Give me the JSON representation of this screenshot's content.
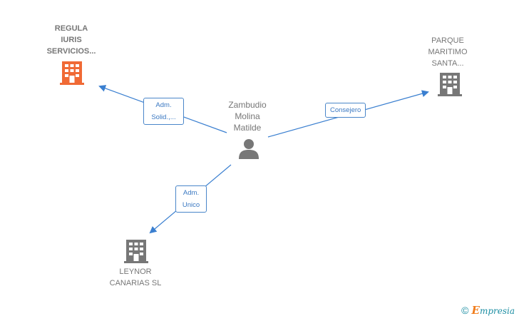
{
  "person": {
    "name": "Zambudio\nMolina\nMatilde",
    "icon": "person-icon"
  },
  "companies": [
    {
      "id": "regula",
      "name": "REGULA\nIURIS\nSERVICIOS...",
      "color": "#f06a35",
      "icon": "building-icon"
    },
    {
      "id": "parque",
      "name": "PARQUE\nMARITIMO\nSANTA...",
      "color": "#777777",
      "icon": "building-icon"
    },
    {
      "id": "leynor",
      "name": "LEYNOR\nCANARIAS SL",
      "color": "#777777",
      "icon": "building-icon"
    }
  ],
  "relations": [
    {
      "to": "regula",
      "label": "Adm.\nSolid.,..."
    },
    {
      "to": "parque",
      "label": "Consejero"
    },
    {
      "to": "leynor",
      "label": "Adm.\nUnico"
    }
  ],
  "colors": {
    "edge": "#3a7fd0",
    "edge_label_border": "#4a86c9"
  },
  "footer": {
    "copyright": "©",
    "brand_initial": "E",
    "brand_rest": "mpresia"
  }
}
